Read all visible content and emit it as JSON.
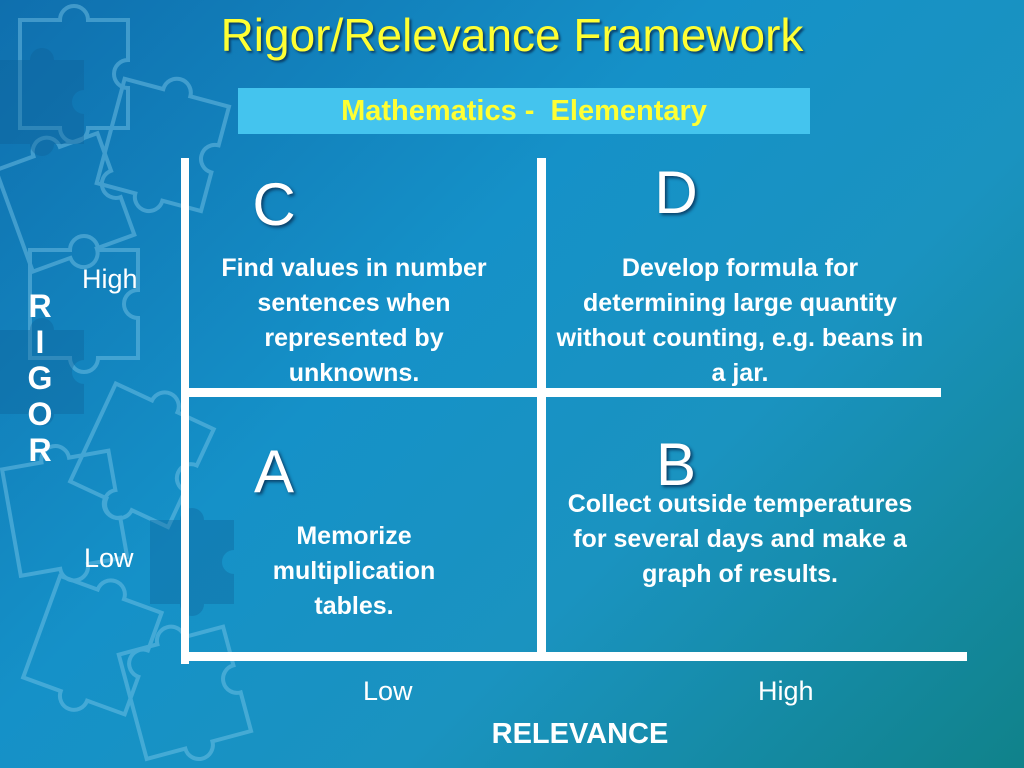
{
  "title": "Rigor/Relevance Framework",
  "subtitle": "Mathematics -  Elementary",
  "quadrants": {
    "C": {
      "letter": "C",
      "text": "Find values in number sentences when represented by unknowns."
    },
    "D": {
      "letter": "D",
      "text": "Develop formula for determining large quantity without counting, e.g. beans in a jar."
    },
    "A": {
      "letter": "A",
      "text": "Memorize multiplication tables."
    },
    "B": {
      "letter": "B",
      "text": "Collect outside temperatures for several days and make a graph of results."
    }
  },
  "rigor_axis": {
    "letters": [
      "R",
      "I",
      "G",
      "O",
      "R"
    ],
    "high": "High",
    "low": "Low"
  },
  "relevance_axis": {
    "label": "RELEVANCE",
    "low": "Low",
    "high": "High"
  },
  "colors": {
    "title": "#ffff33",
    "subtitle_bg": "#44c4ee",
    "lines": "#ffffff",
    "background": "#1591c8"
  }
}
